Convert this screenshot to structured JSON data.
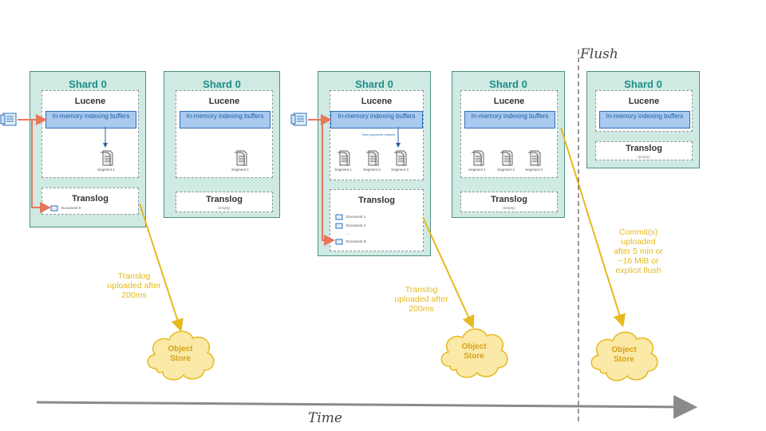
{
  "shards": [
    {
      "title": "Shard 0",
      "lucene_title": "Lucene",
      "buffer_label": "In-memory indexing buffers",
      "segments": [
        "Segment 1"
      ],
      "translog_title": "Translog",
      "translog_docs": [
        "Document 0"
      ],
      "translog_empty": ""
    },
    {
      "title": "Shard 0",
      "lucene_title": "Lucene",
      "buffer_label": "In-memory indexing buffers",
      "segments": [
        "Segment 1"
      ],
      "translog_title": "Translog",
      "translog_docs": [],
      "translog_empty": "(empty)"
    },
    {
      "title": "Shard 0",
      "lucene_title": "Lucene",
      "buffer_label": "In-memory indexing buffers",
      "new_segments_caption": "New segments created",
      "segments": [
        "Segment 1",
        "Segment 2",
        "Segment 3"
      ],
      "translog_title": "Translog",
      "translog_docs": [
        "Document 1",
        "Document 2",
        "...",
        "Document N"
      ],
      "translog_empty": ""
    },
    {
      "title": "Shard 0",
      "lucene_title": "Lucene",
      "buffer_label": "In-memory indexing buffers",
      "segments": [
        "Segment 1",
        "Segment 2",
        "Segment 3"
      ],
      "translog_title": "Translog",
      "translog_docs": [],
      "translog_empty": "(empty)"
    },
    {
      "title": "Shard 0",
      "lucene_title": "Lucene",
      "buffer_label": "In-memory indexing buffers",
      "segments": [],
      "translog_title": "Translog",
      "translog_docs": [],
      "translog_empty": "(empty)"
    }
  ],
  "notes": {
    "upload1": "Translog uploaded after 200ms",
    "upload2": "Translog uploaded after 200ms",
    "commit": "Commit(s) uploaded after 5 min or ~16 MiB or explicit flush"
  },
  "object_store_label": "Object Store",
  "flush_label": "Flush",
  "time_label": "Time",
  "colors": {
    "shard_bg": "#cfe9e3",
    "shard_title": "#1f8f86",
    "buffer_bg": "#a9c9ef",
    "buffer_border": "#2f6fb8",
    "ingest_arrow": "#e8765a",
    "upload_arrow": "#e6b91e",
    "cloud_fill": "#fbe9a8",
    "timeline": "#8a8a8a"
  }
}
